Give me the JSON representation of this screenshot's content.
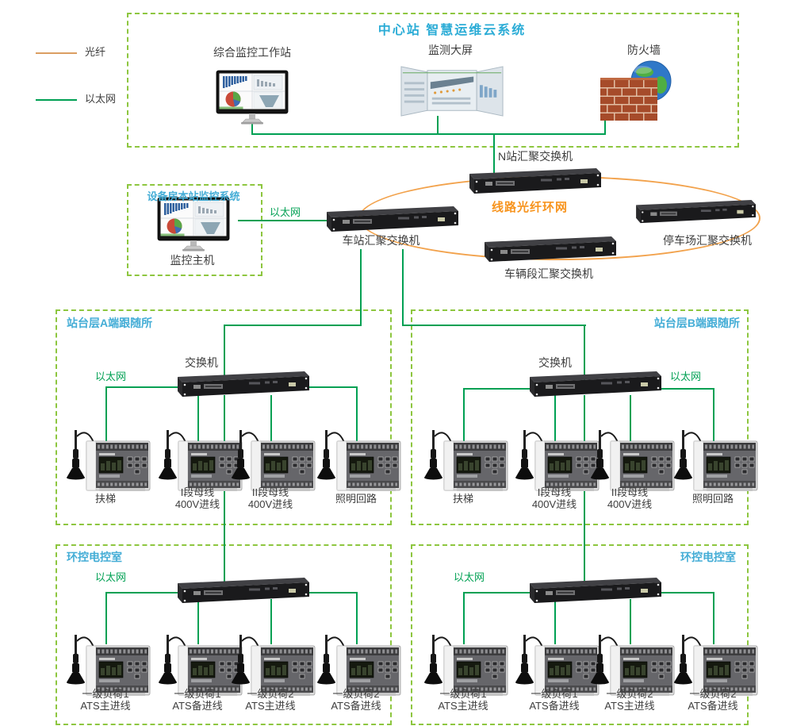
{
  "legend": {
    "fiber": "光纤",
    "ethernet": "以太网"
  },
  "cloud": {
    "title": "中心站 智慧运维云系统",
    "workstation": "综合监控工作站",
    "big_screen": "监测大屏",
    "firewall": "防火墙"
  },
  "ring": {
    "label": "线路光纤环网",
    "n_station": "N站汇聚交换机",
    "station": "车站汇聚交换机",
    "depot": "车辆段汇聚交换机",
    "parking": "停车场汇聚交换机"
  },
  "local_room": {
    "title": "设备房本站监控系统",
    "host": "监控主机",
    "ethernet": "以太网"
  },
  "platform_a": {
    "title": "站台层A端跟随所",
    "ethernet": "以太网",
    "switch": "交换机",
    "devices": [
      {
        "line1": "扶梯",
        "line2": ""
      },
      {
        "line1": "I段母线",
        "line2": "400V进线"
      },
      {
        "line1": "II段母线",
        "line2": "400V进线"
      },
      {
        "line1": "照明回路",
        "line2": ""
      }
    ]
  },
  "platform_b": {
    "title": "站台层B端跟随所",
    "ethernet": "以太网",
    "switch": "交换机",
    "devices": [
      {
        "line1": "扶梯",
        "line2": ""
      },
      {
        "line1": "I段母线",
        "line2": "400V进线"
      },
      {
        "line1": "II段母线",
        "line2": "400V进线"
      },
      {
        "line1": "照明回路",
        "line2": ""
      }
    ]
  },
  "power_room_left": {
    "title": "环控电控室",
    "ethernet": "以太网",
    "devices": [
      {
        "line1": "一级负荷1",
        "line2": "ATS主进线"
      },
      {
        "line1": "一级负荷1",
        "line2": "ATS备进线"
      },
      {
        "line1": "一级负荷2",
        "line2": "ATS主进线"
      },
      {
        "line1": "一级负荷2",
        "line2": "ATS备进线"
      }
    ]
  },
  "power_room_right": {
    "title": "环控电控室",
    "ethernet": "以太网",
    "devices": [
      {
        "line1": "一级负荷1",
        "line2": "ATS主进线"
      },
      {
        "line1": "一级负荷1",
        "line2": "ATS备进线"
      },
      {
        "line1": "一级负荷2",
        "line2": "ATS主进线"
      },
      {
        "line1": "一级负荷2",
        "line2": "ATS备进线"
      }
    ]
  },
  "colors": {
    "ethernet_line": "#00A053",
    "fiber_ring": "#F2A24C",
    "fiber_legend": "#DB9E62",
    "box_border": "#8DC63F",
    "section_title": "#44ADD6",
    "ring_text": "#F7941E"
  }
}
